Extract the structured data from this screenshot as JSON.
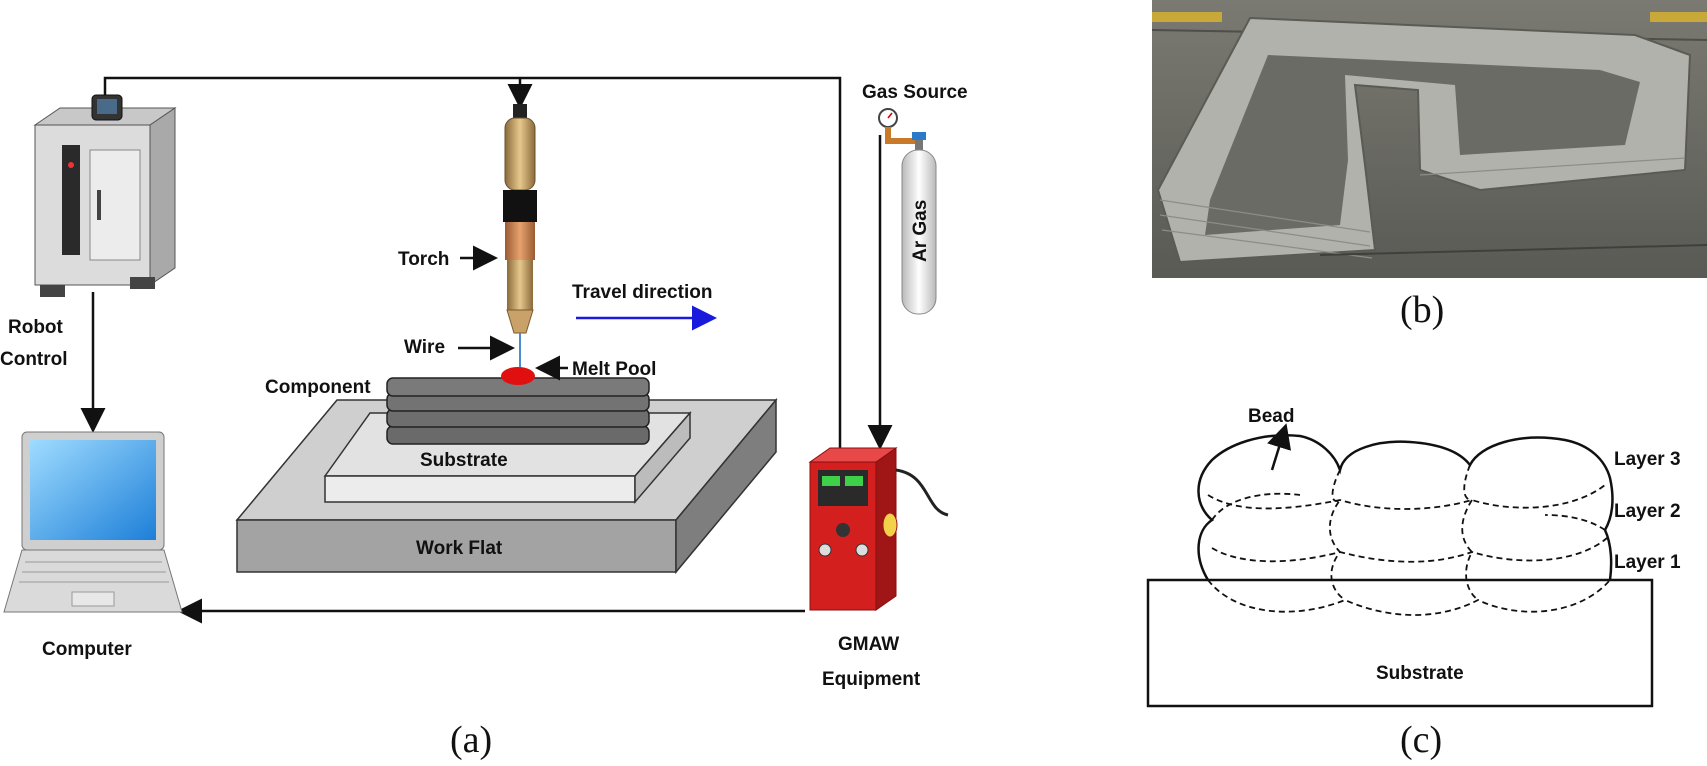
{
  "panel_a": {
    "caption": "(a)",
    "labels": {
      "robot_control_1": "Robot",
      "robot_control_2": "Control",
      "computer": "Computer",
      "torch": "Torch",
      "wire": "Wire",
      "melt_pool": "Melt Pool",
      "component": "Component",
      "substrate": "Substrate",
      "work_flat": "Work Flat",
      "travel_direction": "Travel direction",
      "gas_source": "Gas Source",
      "ar_gas": "Ar Gas",
      "gmaw_1": "GMAW",
      "gmaw_2": "Equipment"
    },
    "colors": {
      "travel_arrow": "#1a1adc",
      "melt_pool": "#e01010",
      "gmaw_body": "#d41f1f"
    }
  },
  "panel_b": {
    "caption": "(b)"
  },
  "panel_c": {
    "caption": "(c)",
    "labels": {
      "bead": "Bead",
      "layer3": "Layer 3",
      "layer2": "Layer 2",
      "layer1": "Layer 1",
      "substrate": "Substrate"
    }
  }
}
